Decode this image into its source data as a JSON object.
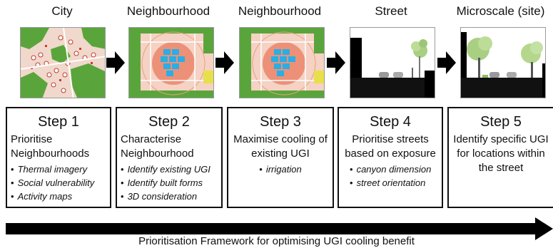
{
  "columns": [
    {
      "title": "City",
      "step": "Step 1",
      "head": "Prioritise Neighbourhoods",
      "bullets": [
        "Thermal imagery",
        "Social vulnerability",
        "Activity maps"
      ]
    },
    {
      "title": "Neighbourhood",
      "step": "Step 2",
      "head": "Characterise Neighbourhood",
      "bullets": [
        "Identify existing UGI",
        "Identify built forms",
        "3D consideration"
      ]
    },
    {
      "title": "Neighbourhood",
      "step": "Step 3",
      "head": "Maximise cooling of existing UGI",
      "bullets": [
        "irrigation"
      ]
    },
    {
      "title": "Street",
      "step": "Step 4",
      "head": "Prioritise streets based on exposure",
      "bullets": [
        "canyon dimension",
        "street orientation"
      ]
    },
    {
      "title": "Microscale (site)",
      "step": "Step 5",
      "head": "Identify specific UGI for locations within the street",
      "bullets": []
    }
  ],
  "footer": {
    "caption": "Prioritisation Framework for optimising UGI cooling benefit"
  },
  "colors": {
    "green": "#5aa53b",
    "urban": "#f2c7b7",
    "hot": "#e8643c",
    "cool": "#29aee6",
    "black": "#000000"
  },
  "icons": [
    "right-arrow-icon",
    "city-map-icon",
    "neighbourhood-map-icon",
    "street-section-icon",
    "site-section-icon"
  ]
}
